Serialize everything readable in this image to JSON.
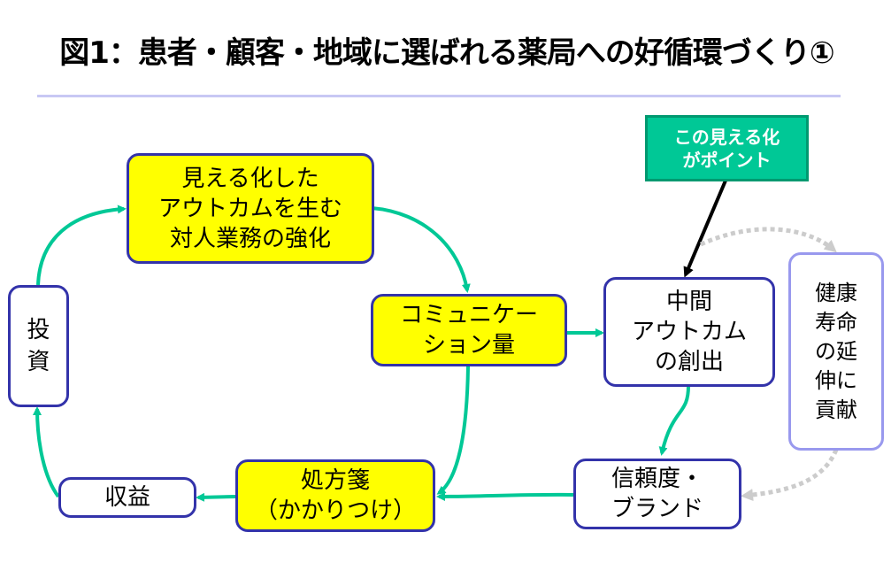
{
  "title": "図1：患者・顧客・地域に選ばれる薬局への好循環づくり①",
  "nodes": {
    "strengthen": "見える化した\nアウトカムを生む\n対人業務の強化",
    "communication": "コミュニケー\nション量",
    "intermediate_outcome": "中間\nアウトカム\nの創出",
    "trust_brand": "信頼度・\nブランド",
    "prescription": "処方箋\n（かかりつけ）",
    "revenue": "収益",
    "investment": "投\n資",
    "health_lifespan": "健康\n寿命\nの延\n伸に\n貢献",
    "callout": "この見える化\nがポイント"
  },
  "colors": {
    "flow_arrow": "#00c896",
    "node_border": "#3333aa",
    "highlight_fill": "#ffff00",
    "callout_fill": "#00c896",
    "dotted_arrow": "#cccccc",
    "light_border": "#9999ee"
  }
}
